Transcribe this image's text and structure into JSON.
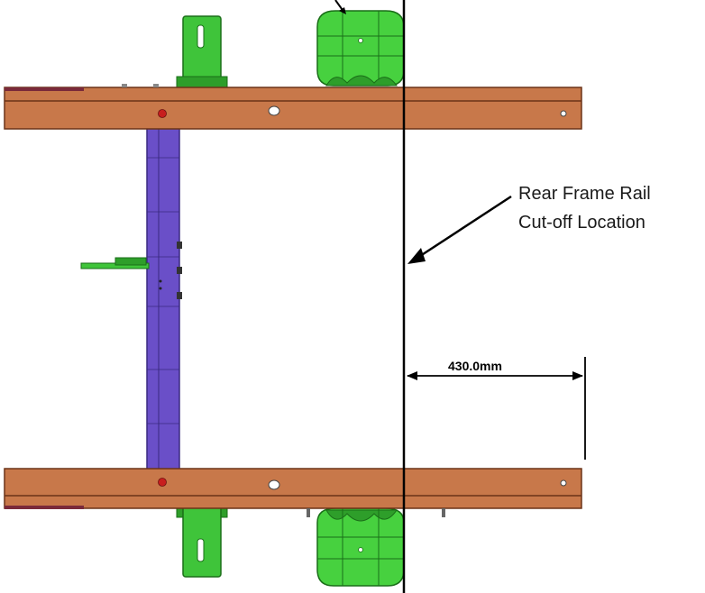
{
  "annotations": {
    "cutoff_label_line1": "Rear Frame Rail",
    "cutoff_label_line2": "Cut-off Location",
    "dimension_label": "430.0mm"
  },
  "colors": {
    "frame_rail": "#c8784a",
    "frame_rail_edge": "#6b3318",
    "cross_member": "#6a4fc8",
    "cross_member_edge": "#3a2a80",
    "suspension": "#3fc43a",
    "suspension_edge": "#1a6e18",
    "bolt_red": "#c81e1e",
    "line": "#000000"
  }
}
